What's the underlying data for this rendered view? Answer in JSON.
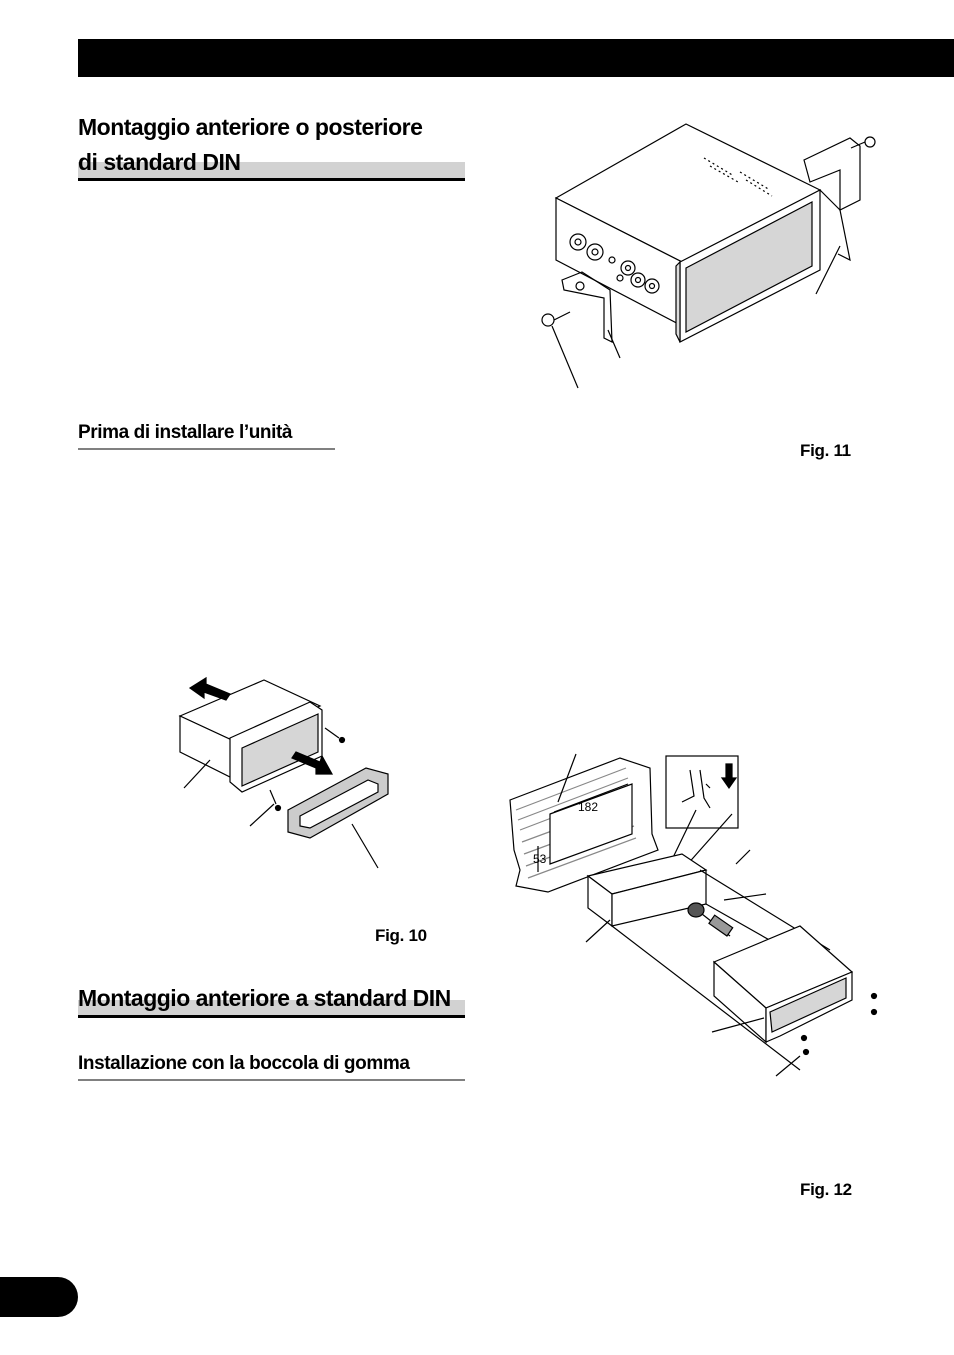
{
  "sections": {
    "din_front_rear": {
      "title_line1": "Montaggio anteriore o posteriore",
      "title_line2": "di standard DIN"
    },
    "before_install": {
      "title": "Prima di installare l’unità"
    },
    "din_front": {
      "title": "Montaggio anteriore a standard DIN"
    },
    "rubber_bush": {
      "title": "Installazione con la boccola di gomma"
    }
  },
  "figures": {
    "fig10": {
      "label": "Fig. 10"
    },
    "fig11": {
      "label": "Fig. 11"
    },
    "fig12": {
      "label": "Fig. 12",
      "dim_width": "182",
      "dim_height": "53"
    }
  }
}
